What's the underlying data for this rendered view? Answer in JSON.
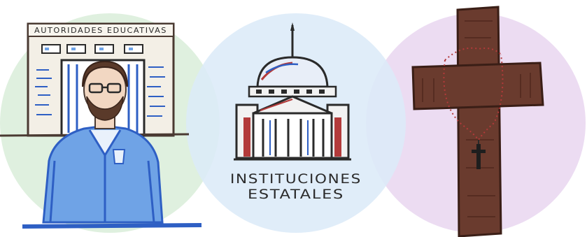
{
  "panels": {
    "left": {
      "sign_text": "AUTORIDADES EDUCATIVAS",
      "circle_color": "#dff0df"
    },
    "center": {
      "caption_line1": "INSTITUCIONES",
      "caption_line2": "ESTATALES",
      "circle_color": "#dcebf8"
    },
    "right": {
      "circle_color": "#ecdcf2"
    }
  },
  "colors": {
    "ink": "#2a2a2a",
    "blue": "#2e5fc4",
    "light_blue": "#6fa3e6",
    "red": "#b33a3a",
    "brown": "#6a3b2e",
    "dark_brown": "#4a2419"
  },
  "icons": [
    "school-building-icon",
    "teacher-figure-icon",
    "capitol-dome-icon",
    "cross-icon",
    "rosary-icon"
  ]
}
